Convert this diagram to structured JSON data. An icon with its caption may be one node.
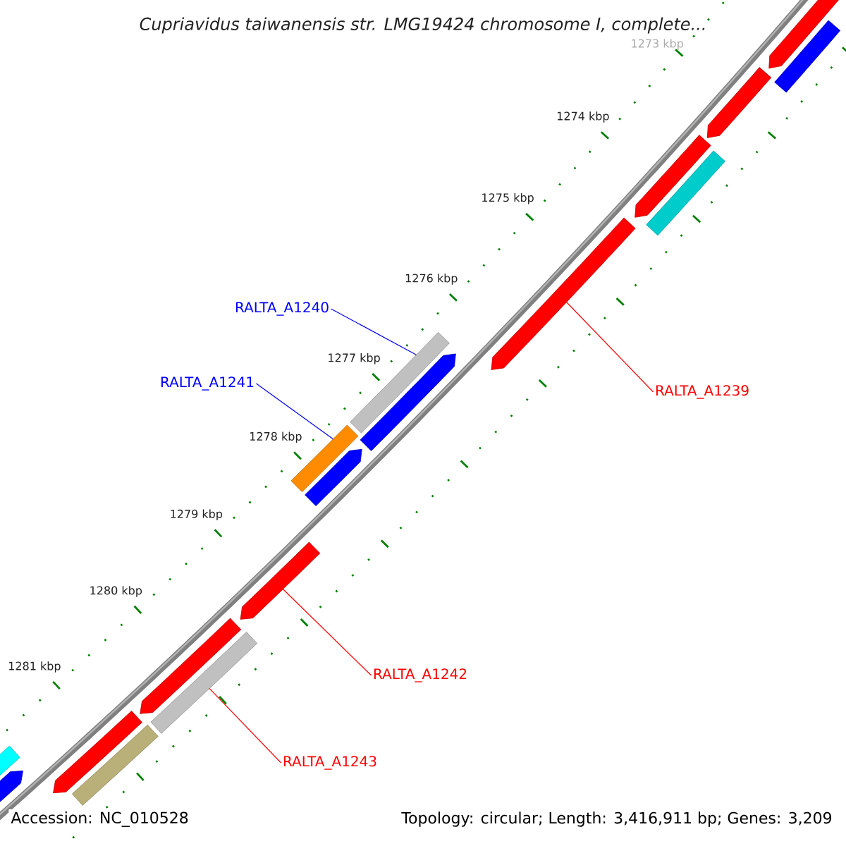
{
  "diagram": {
    "title": "Cupriavidus taiwanensis str. LMG19424 chromosome I, complete...",
    "nodes": [
      {
        "text": [
          "RALTA_A1240"
        ]
      },
      {
        "text": [],
        "shape": "bar"
      },
      {
        "text": [
          "RALTA_A1241"
        ]
      },
      {
        "text": [],
        "shape": "bar"
      },
      {
        "text": [
          "RALTA_A1239"
        ]
      },
      {
        "text": [],
        "shape": "arrow"
      },
      {
        "text": [
          "RALTA_A1242"
        ]
      },
      {
        "text": [],
        "shape": "arrow"
      },
      {
        "text": [
          "RALTA_A1243"
        ]
      },
      {
        "text": [],
        "shape": "bar"
      },
      {
        "text": [],
        "shape": "arrow"
      },
      {
        "text": [],
        "shape": "bar"
      },
      {
        "text": [],
        "shape": "arrow"
      },
      {
        "text": [],
        "shape": "arrow"
      },
      {
        "text": [],
        "shape": "bar"
      },
      {
        "text": [],
        "shape": "arrow"
      },
      {
        "text": [],
        "shape": "arrow"
      },
      {
        "text": [],
        "shape": "arrow"
      },
      {
        "text": [],
        "shape": "arrow"
      },
      {
        "text": [],
        "shape": "bar"
      },
      {
        "text": [],
        "shape": "bar"
      },
      {
        "text": [],
        "shape": "arrow"
      }
    ],
    "edges": [
      {
        "from": 0,
        "to": 1,
        "arrow": "none",
        "color": "#0000ff"
      },
      {
        "from": 2,
        "to": 3,
        "arrow": "none",
        "color": "#0000ff"
      },
      {
        "from": 4,
        "to": 5,
        "arrow": "none"
      },
      {
        "from": 6,
        "to": 7,
        "arrow": "none"
      },
      {
        "from": 8,
        "to": 9,
        "arrow": "none"
      }
    ],
    "labels": [
      "1273 kbp",
      "1274 kbp",
      "1275 kbp",
      "1276 kbp",
      "1277 kbp",
      "1278 kbp",
      "1279 kbp",
      "1280 kbp",
      "1281 kbp",
      "Accession: NC_010528",
      "Topology: circular; Length: 3,416,911 bp; Genes: 3,209"
    ]
  }
}
